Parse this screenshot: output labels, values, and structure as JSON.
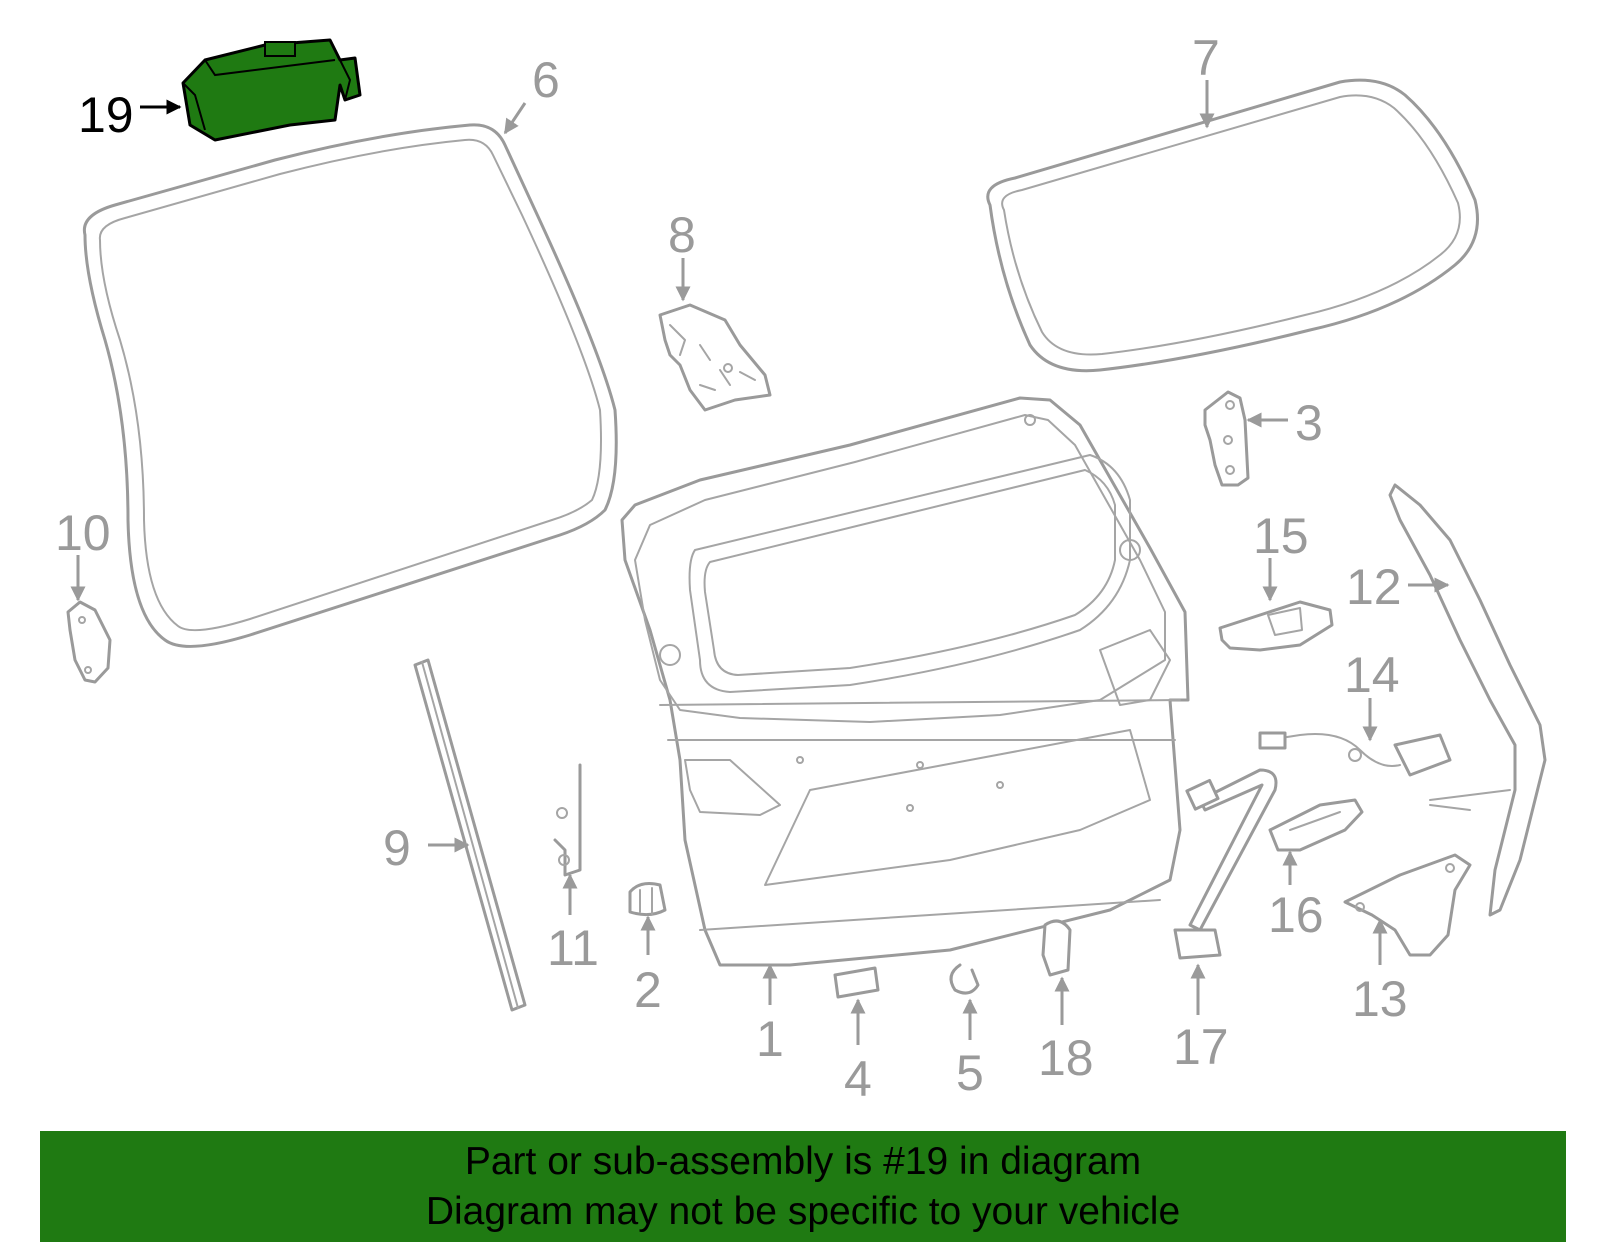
{
  "highlight": {
    "part_number": "19",
    "color": "#1f7a12"
  },
  "callouts": [
    "19",
    "6",
    "7",
    "8",
    "3",
    "10",
    "15",
    "12",
    "14",
    "9",
    "11",
    "2",
    "1",
    "4",
    "5",
    "18",
    "17",
    "16",
    "13"
  ],
  "banner": {
    "line1": "Part or sub-assembly is #19 in diagram",
    "line2": "Diagram may not be specific to your vehicle",
    "color": "#1f7a12"
  }
}
